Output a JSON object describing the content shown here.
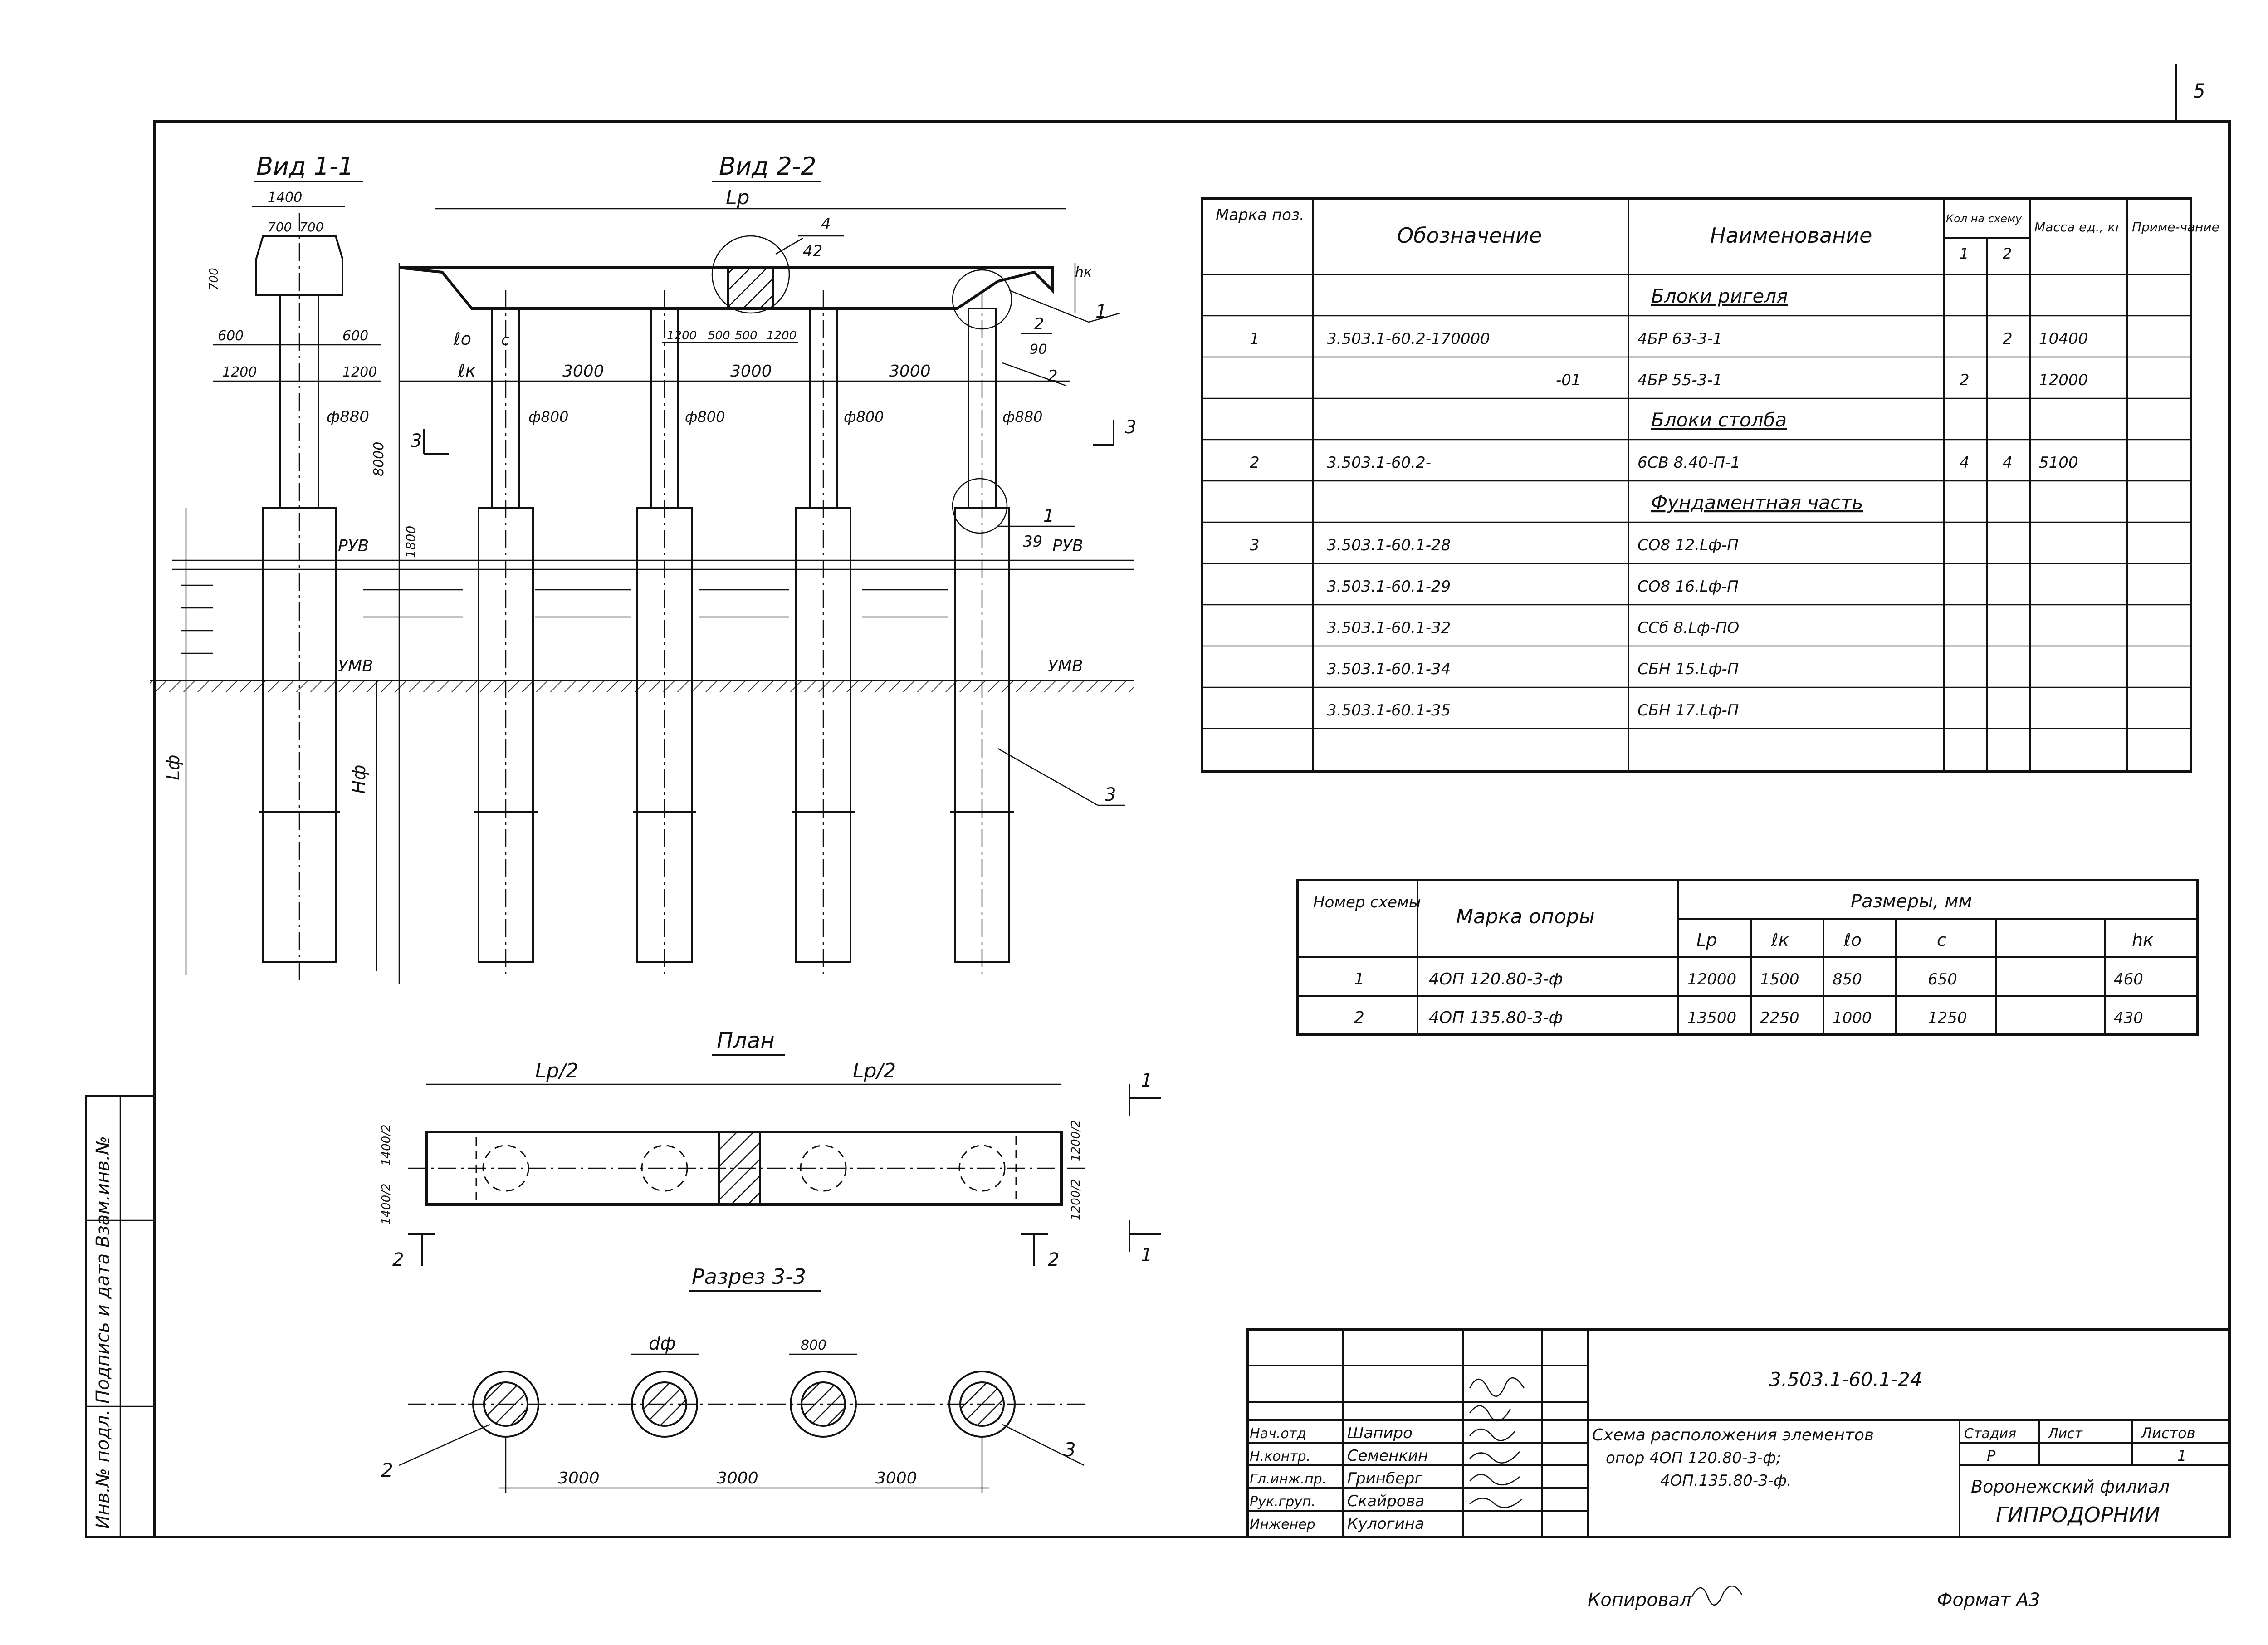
{
  "views": {
    "view11": {
      "title": "Вид 1-1",
      "dims": [
        "1400",
        "700",
        "700",
        "700",
        "600",
        "600",
        "1200",
        "1200"
      ],
      "dia": "ф880"
    },
    "view22": {
      "title": "Вид 2-2",
      "lp": "Lр",
      "l0": "ℓо",
      "c": "с",
      "lk": "ℓк",
      "spans": [
        "3000",
        "3000",
        "3000"
      ],
      "inner_dims": [
        "1200",
        "500",
        "500",
        "1200"
      ],
      "dias": [
        "ф800",
        "ф800",
        "ф800",
        "ф880"
      ],
      "callout_4": "4",
      "callout_42": "42",
      "hk": "hк",
      "callout_1": "1",
      "callout_2": "2",
      "callout_90": "90",
      "callout_2b": "2",
      "height": "8000",
      "h1800": "1800",
      "section": "3",
      "callout_1b": "1",
      "callout_39": "39",
      "ruv": "РУВ",
      "umv": "УМВ",
      "lf": "Lф",
      "hf": "Нф",
      "callout_3": "3"
    },
    "plan": {
      "title": "План",
      "half1": "Lр/2",
      "half2": "Lр/2",
      "left_dims": [
        "1400/2",
        "1400/2"
      ],
      "right_dims": [
        "1200/2",
        "1200/2"
      ],
      "cut1": "1",
      "cut2": "2"
    },
    "section33": {
      "title": "Разрез 3-3",
      "d": "dф",
      "d800": "800",
      "spans": [
        "3000",
        "3000",
        "3000"
      ],
      "left": "2",
      "right": "3"
    }
  },
  "spec_table": {
    "headers": {
      "mark": "Марка поз.",
      "designation": "Обозначение",
      "name": "Наименование",
      "qty": "Кол на схему",
      "qty1": "1",
      "qty2": "2",
      "mass": "Масса ед., кг",
      "note": "Приме-чание"
    },
    "rows": [
      {
        "mark": "",
        "des": "",
        "name": "Блоки ригеля",
        "q1": "",
        "q2": "",
        "mass": "",
        "section": true
      },
      {
        "mark": "1",
        "des": "3.503.1-60.2-170000",
        "name": "4БР 63-3-1",
        "q1": "",
        "q2": "2",
        "mass": "10400"
      },
      {
        "mark": "",
        "des": "-01",
        "name": "4БР 55-3-1",
        "q1": "2",
        "q2": "",
        "mass": "12000"
      },
      {
        "mark": "",
        "des": "",
        "name": "Блоки столба",
        "q1": "",
        "q2": "",
        "mass": "",
        "section": true
      },
      {
        "mark": "2",
        "des": "3.503.1-60.2-",
        "name": "6СВ 8.40-П-1",
        "q1": "4",
        "q2": "4",
        "mass": "5100"
      },
      {
        "mark": "",
        "des": "",
        "name": "Фундаментная часть",
        "q1": "",
        "q2": "",
        "mass": "",
        "section": true
      },
      {
        "mark": "3",
        "des": "3.503.1-60.1-28",
        "name": "СО8 12.Lф-П",
        "q1": "",
        "q2": "",
        "mass": ""
      },
      {
        "mark": "",
        "des": "3.503.1-60.1-29",
        "name": "СО8 16.Lф-П",
        "q1": "",
        "q2": "",
        "mass": ""
      },
      {
        "mark": "",
        "des": "3.503.1-60.1-32",
        "name": "ССб 8.Lф-ПО",
        "q1": "",
        "q2": "",
        "mass": ""
      },
      {
        "mark": "",
        "des": "3.503.1-60.1-34",
        "name": "СБН 15.Lф-П",
        "q1": "",
        "q2": "",
        "mass": ""
      },
      {
        "mark": "",
        "des": "3.503.1-60.1-35",
        "name": "СБН 17.Lф-П",
        "q1": "",
        "q2": "",
        "mass": ""
      },
      {
        "mark": "",
        "des": "",
        "name": "",
        "q1": "",
        "q2": "",
        "mass": ""
      }
    ]
  },
  "dim_table": {
    "h_scheme": "Номер схемы",
    "h_mark": "Марка опоры",
    "h_sizes": "Размеры, мм",
    "cols": [
      "Lр",
      "ℓк",
      "ℓо",
      "с",
      "hк"
    ],
    "rows": [
      {
        "n": "1",
        "mark": "4ОП 120.80-3-ф",
        "vals": [
          "12000",
          "1500",
          "850",
          "650",
          "460"
        ]
      },
      {
        "n": "2",
        "mark": "4ОП 135.80-3-ф",
        "vals": [
          "13500",
          "2250",
          "1000",
          "1250",
          "430"
        ]
      }
    ]
  },
  "title_block": {
    "code": "3.503.1-60.1-24",
    "roles": [
      "Нач.отд",
      "Н.контр.",
      "Гл.инж.пр.",
      "Рук.груп.",
      "Инженер"
    ],
    "names": [
      "Шапиро",
      "Семенкин",
      "Гринберг",
      "Скайрова",
      "Кулогина"
    ],
    "title_line1": "Схема расположения элементов",
    "title_line2": "опор 4ОП 120.80-3-ф;",
    "title_line3": "4ОП.135.80-3-ф.",
    "stage_h": "Стадия",
    "sheet_h": "Лист",
    "sheets_h": "Листов",
    "stage": "Р",
    "sheets": "1",
    "org1": "Воронежский филиал",
    "org2": "ГИПРОДОРНИИ"
  },
  "side_stamp": "Инв.№ подл.  Подпись и дата  Взам.инв.№",
  "footer": {
    "copied": "Копировал",
    "format": "Формат А3"
  },
  "corner": "5"
}
